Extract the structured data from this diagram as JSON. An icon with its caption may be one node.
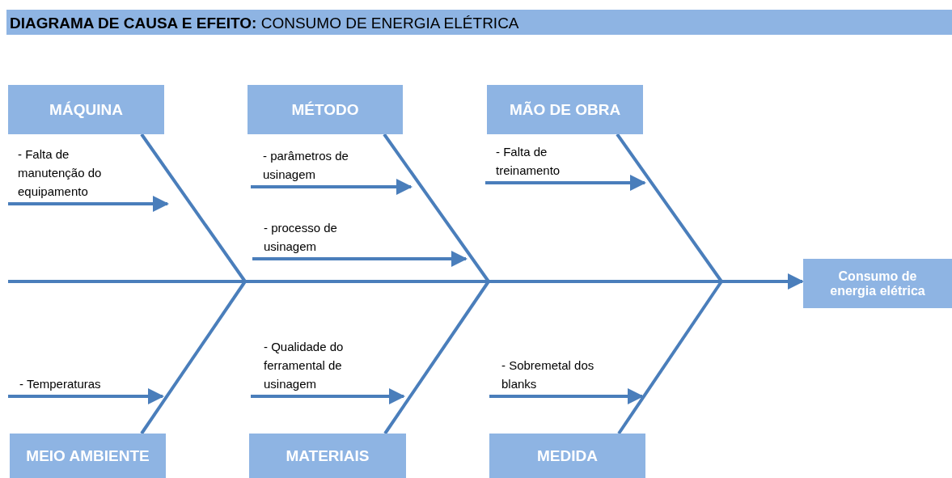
{
  "diagram": {
    "title": "**DIAGRAMA DE CAUSA E EFEITO:** CONSUMO DE ENERGIA ELÉTRICA",
    "nodes": [
      {
        "text": [
          "MÁQUINA"
        ]
      },
      {
        "text": [
          "MÉTODO"
        ]
      },
      {
        "text": [
          "MÃO DE OBRA"
        ]
      },
      {
        "text": [
          "- Falta de manutenção do equipamento"
        ]
      },
      {
        "text": [
          "- parâmetros de usinagem"
        ]
      },
      {
        "text": [
          "- Falta de treinamento"
        ]
      },
      {
        "text": [
          "- processo de usinagem"
        ]
      },
      {
        "text": [
          "Consumo de energia elétrica"
        ]
      },
      {
        "text": [
          "- Temperaturas"
        ]
      },
      {
        "text": [
          "- Qualidade do ferramental de usinagem"
        ]
      },
      {
        "text": [
          "- Sobremetal dos blanks"
        ]
      },
      {
        "text": [
          "MEIO AMBIENTE"
        ]
      },
      {
        "text": [
          "MATERIAIS"
        ]
      },
      {
        "text": [
          "MEDIDA"
        ]
      }
    ],
    "edges": [
      {
        "from": null,
        "to": 7,
        "arrow": "to"
      },
      {
        "from": 0,
        "to": null,
        "arrow": "none"
      },
      {
        "from": 1,
        "to": null,
        "arrow": "none"
      },
      {
        "from": 2,
        "to": null,
        "arrow": "none"
      },
      {
        "from": 11,
        "to": null,
        "arrow": "none"
      },
      {
        "from": 12,
        "to": null,
        "arrow": "none"
      },
      {
        "from": 13,
        "to": null,
        "arrow": "none"
      },
      {
        "from": 3,
        "to": null,
        "arrow": "to"
      },
      {
        "from": 4,
        "to": null,
        "arrow": "to"
      },
      {
        "from": 5,
        "to": null,
        "arrow": "to"
      },
      {
        "from": 6,
        "to": null,
        "arrow": "to"
      },
      {
        "from": 8,
        "to": null,
        "arrow": "to"
      },
      {
        "from": 9,
        "to": null,
        "arrow": "to"
      },
      {
        "from": 10,
        "to": null,
        "arrow": "to"
      }
    ]
  }
}
